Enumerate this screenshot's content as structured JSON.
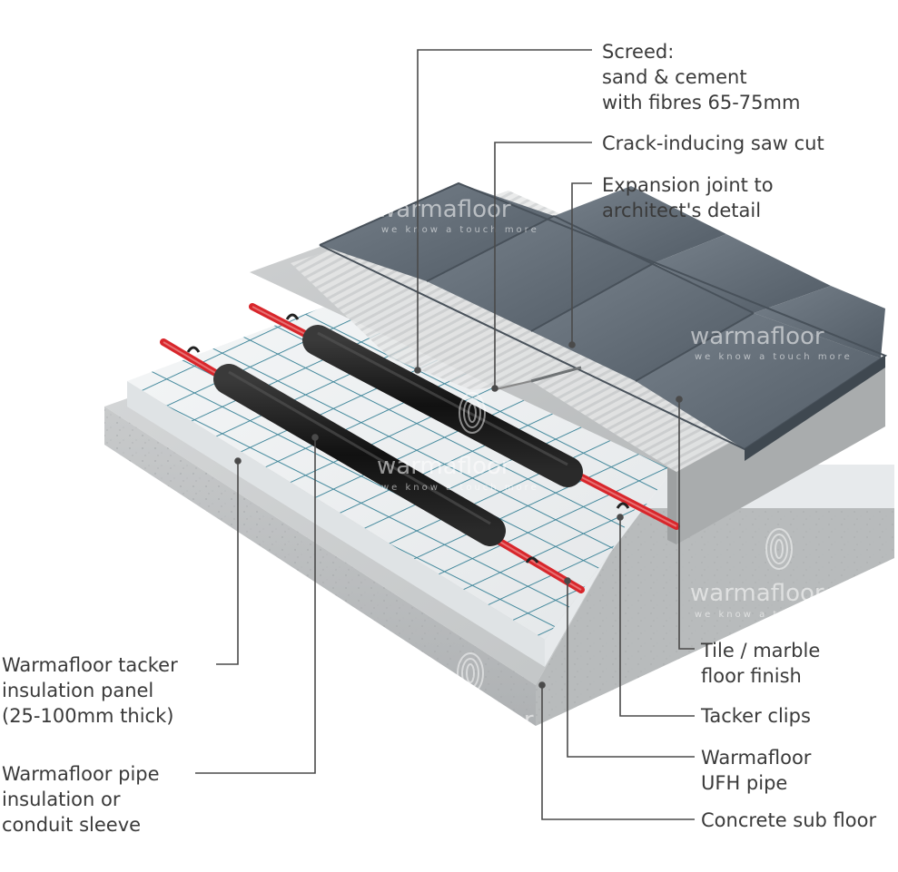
{
  "brand": {
    "logo_text": "warmafloor",
    "tagline": "we know a touch more"
  },
  "labels": {
    "screed": [
      "Screed:",
      "sand & cement",
      "with fibres 65-75mm"
    ],
    "saw_cut": [
      "Crack-inducing saw cut"
    ],
    "expansion_joint": [
      "Expansion joint to",
      "architect's detail"
    ],
    "tile_finish": [
      "Tile / marble",
      "floor finish"
    ],
    "tacker_clips": [
      "Tacker clips"
    ],
    "ufh_pipe": [
      "Warmafloor",
      "UFH pipe"
    ],
    "concrete_sub_floor": [
      "Concrete sub floor"
    ],
    "insulation_panel": [
      "Warmafloor tacker",
      "insulation panel",
      "(25-100mm thick)"
    ],
    "pipe_insulation": [
      "Warmafloor pipe",
      "insulation or",
      "conduit sleeve"
    ]
  },
  "colors": {
    "leader_line": "#4a4a4a",
    "text": "#3a3a3a",
    "concrete": "#c9cbcc",
    "insulation": "#eef0f1",
    "grid": "#2b7a90",
    "screed": "#b9bcbd",
    "tile": "#5f6a75",
    "pipe": "#d8262b",
    "sleeve": "#1b1b1b"
  }
}
